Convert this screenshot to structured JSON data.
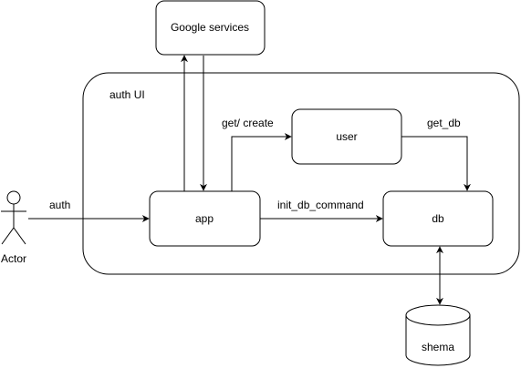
{
  "container": {
    "label": "auth UI"
  },
  "nodes": {
    "google": "Google services",
    "app": "app",
    "user": "user",
    "db": "db",
    "schema": "shema",
    "actor": "Actor"
  },
  "edges": {
    "auth": "auth",
    "get_create": "get/ create",
    "get_db": "get_db",
    "init_db": "init_db_command"
  }
}
